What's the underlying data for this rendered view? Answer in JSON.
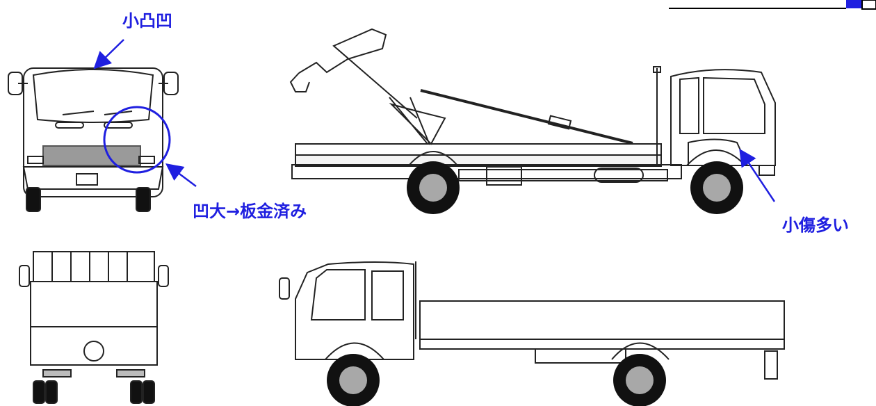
{
  "annotations": {
    "small_dent_top": "小凸凹",
    "large_dent_repaired": "凹大→板金済み",
    "many_small_scratches": "小傷多い"
  },
  "colors": {
    "annotation": "#1f1fe0",
    "line": "#222222",
    "tire": "#111111",
    "hub": "#a8a8a8",
    "grille": "#9a9a9a"
  },
  "views": [
    "front-view",
    "right-side-view",
    "rear-view",
    "left-side-view"
  ]
}
